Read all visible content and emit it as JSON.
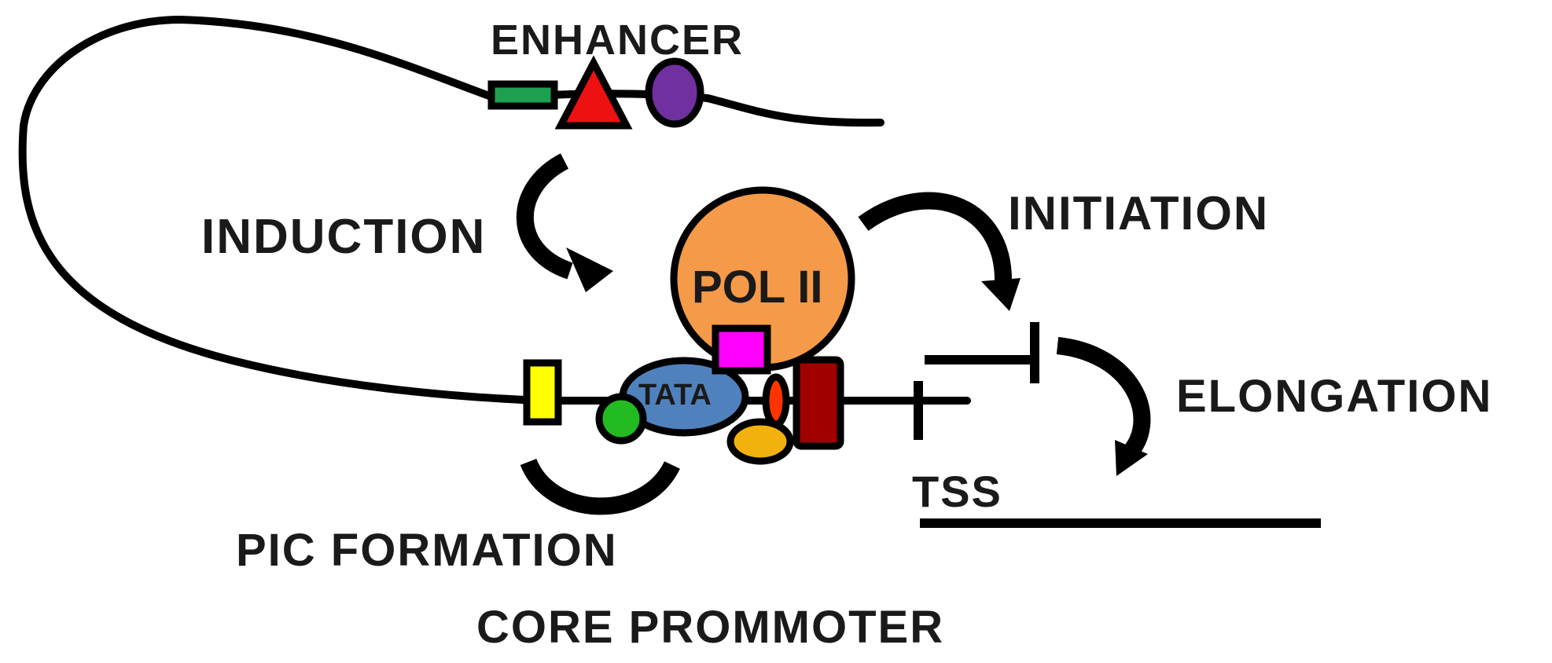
{
  "labels": {
    "enhancer": "ENHANCER",
    "induction": "INDUCTION",
    "initiation": "INITIATION",
    "elongation": "ELONGATION",
    "tss": "TSS",
    "pic_formation": "PIC FORMATION",
    "core_promoter": "CORE PROMMOTER",
    "pol_ii": "POL II",
    "tata": "TATA"
  },
  "colors": {
    "dna": "#000000",
    "enhancer_rect": "#1fa050",
    "enhancer_triangle": "#ee1111",
    "enhancer_oval": "#7030a0",
    "pol_ii": "#f59a48",
    "tata": "#4f81bd",
    "magenta_square": "#ff00ff",
    "yellow_rect": "#ffff00",
    "green_circle": "#22bb22",
    "orange_oval": "#f2b10c",
    "red_oval": "#ff3300",
    "dark_red_rect": "#a00000"
  }
}
